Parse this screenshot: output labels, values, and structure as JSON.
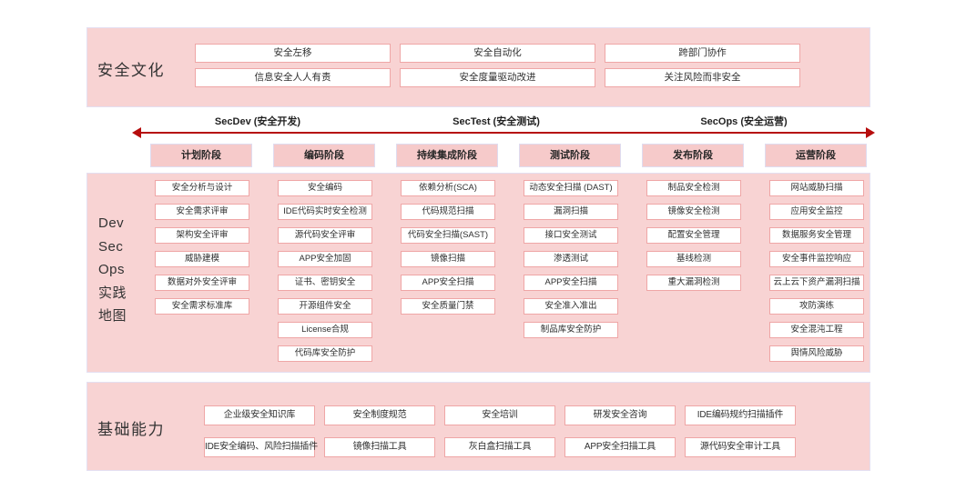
{
  "colors": {
    "panel_pink": "#f8d3d3",
    "phase_pink": "#f6caca",
    "panel_border": "#e4dff1",
    "box_border": "#efa6a6",
    "phase_border": "#dfdcf0",
    "arrow_red": "#b60d0d",
    "text": "#2f2f2f"
  },
  "culture": {
    "title": "安全文化",
    "items": [
      "安全左移",
      "安全自动化",
      "跨部门协作",
      "信息安全人人有责",
      "安全度量驱动改进",
      "关注风险而非安全"
    ]
  },
  "timeline": {
    "sec_dev": "SecDev (安全开发)",
    "sec_test": "SecTest (安全测试)",
    "sec_ops": "SecOps (安全运营)"
  },
  "phases": [
    "计划阶段",
    "编码阶段",
    "持续集成阶段",
    "测试阶段",
    "发布阶段",
    "运营阶段"
  ],
  "practice_map": {
    "title_lines": [
      "Dev",
      "Sec",
      "Ops",
      "实践",
      "地图"
    ],
    "columns": [
      {
        "phase": "计划阶段",
        "items": [
          "安全分析与设计",
          "安全需求评审",
          "架构安全评审",
          "威胁建模",
          "数据对外安全评审",
          "安全需求标准库"
        ]
      },
      {
        "phase": "编码阶段",
        "items": [
          "安全编码",
          "IDE代码实时安全检测",
          "源代码安全评审",
          "APP安全加固",
          "证书、密钥安全",
          "开源组件安全",
          "License合规",
          "代码库安全防护"
        ]
      },
      {
        "phase": "持续集成阶段",
        "items": [
          "依赖分析(SCA)",
          "代码规范扫描",
          "代码安全扫描(SAST)",
          "镜像扫描",
          "APP安全扫描",
          "安全质量门禁"
        ]
      },
      {
        "phase": "测试阶段",
        "items": [
          "动态安全扫描 (DAST)",
          "漏洞扫描",
          "接口安全测试",
          "渗透测试",
          "APP安全扫描",
          "安全准入准出",
          "制品库安全防护"
        ]
      },
      {
        "phase": "发布阶段",
        "items": [
          "制品安全检测",
          "镜像安全检测",
          "配置安全管理",
          "基线检测",
          "重大漏洞检测"
        ]
      },
      {
        "phase": "运营阶段",
        "items": [
          "网站威胁扫描",
          "应用安全监控",
          "数据服务安全管理",
          "安全事件监控响应",
          "云上云下资产漏洞扫描",
          "攻防演练",
          "安全混沌工程",
          "舆情风险威胁"
        ]
      }
    ]
  },
  "foundation": {
    "title": "基础能力",
    "items": [
      "企业级安全知识库",
      "安全制度规范",
      "安全培训",
      "研发安全咨询",
      "IDE编码规约扫描插件",
      "IDE安全编码、风险扫描插件",
      "镜像扫描工具",
      "灰白盒扫描工具",
      "APP安全扫描工具",
      "源代码安全审计工具"
    ]
  }
}
